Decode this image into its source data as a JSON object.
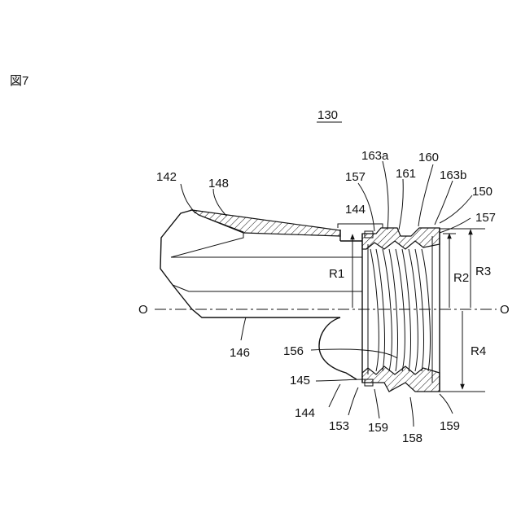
{
  "figure": {
    "label": "図7",
    "number": "130"
  },
  "axis": {
    "left": "O",
    "right": "O"
  },
  "refs": {
    "r142": "142",
    "r148": "148",
    "r144_top": "144",
    "r157_top": "157",
    "r163a": "163a",
    "r161": "161",
    "r160": "160",
    "r163b": "163b",
    "r150": "150",
    "r157_right": "157",
    "r146": "146",
    "r156": "156",
    "r145": "145",
    "r144_bottom": "144",
    "r153": "153",
    "r159_left": "159",
    "r158": "158",
    "r159_right": "159"
  },
  "dims": {
    "R1": "R1",
    "R2": "R2",
    "R3": "R3",
    "R4": "R4"
  },
  "colors": {
    "ink": "#111111",
    "paper": "#ffffff"
  }
}
